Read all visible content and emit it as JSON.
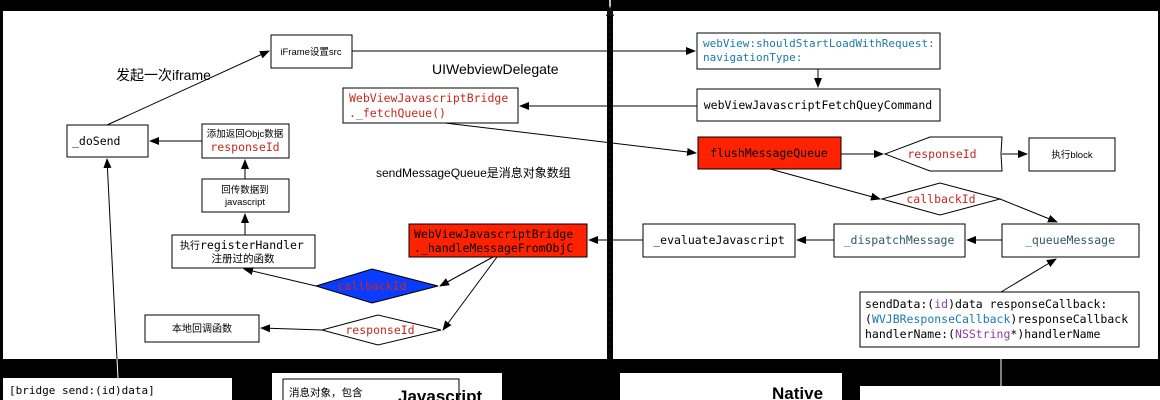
{
  "labels": {
    "top_action": "发起一次iframe",
    "delegate": "UIWebviewDelegate",
    "queue_note": "sendMessageQueue是消息对象数组"
  },
  "nodes": {
    "iframe": "iFrame设置src",
    "should_start_1": "webView:shouldStartLoadWithRequest:",
    "should_start_2": "navigationType:",
    "fetch_command": "webViewJavascriptFetchQueyCommand",
    "fetch_queue_1": "WebViewJavascriptBridge",
    "fetch_queue_2": "._fetchQueue()",
    "do_send": "_doSend",
    "add_return_1": "添加返回Objc数据",
    "add_return_2": "responseId",
    "pass_back_1": "回传数据到",
    "pass_back_2": "javascript",
    "register_1_prefix": "执行",
    "register_1_code": "registerHandler",
    "register_2": "注册过的函数",
    "local_callback": "本地回调函数",
    "flush": "flushMessageQueue",
    "response_id_top": "responseId",
    "exec_block": "执行block",
    "callback_id_mid": "callbackId",
    "handle_msg_1": "WebViewJavascriptBridge",
    "handle_msg_2": "._handleMessageFromObjC",
    "evaluate_js": "_evaluateJavascript",
    "dispatch": "_dispatchMessage",
    "queue_msg": "_queueMessage",
    "callback_id_blue": "callbackId",
    "response_id_bottom": "responseId"
  },
  "send_data": {
    "l1_a": "sendData:(",
    "l1_b": "id",
    "l1_c": ")data responseCallback:",
    "l2_a": "(",
    "l2_b": "WVJBResponseCallback",
    "l2_c": ")responseCallback",
    "l3_a": "handlerName:(",
    "l3_b": "NSString",
    "l3_c": "*)handlerName"
  },
  "bottom": {
    "bridge_send": "[bridge send:(id)data]",
    "message_object": "消息对象，包含",
    "javascript_title": "Javascript",
    "native_title": "Native"
  },
  "colors": {
    "red_box": "#ff2200",
    "blue_diamond": "#0a3cff",
    "code_red": "#c8281e",
    "code_blue": "#1a7ab0",
    "code_purple": "#8e3aa8",
    "code_teal": "#2e5a6a"
  }
}
